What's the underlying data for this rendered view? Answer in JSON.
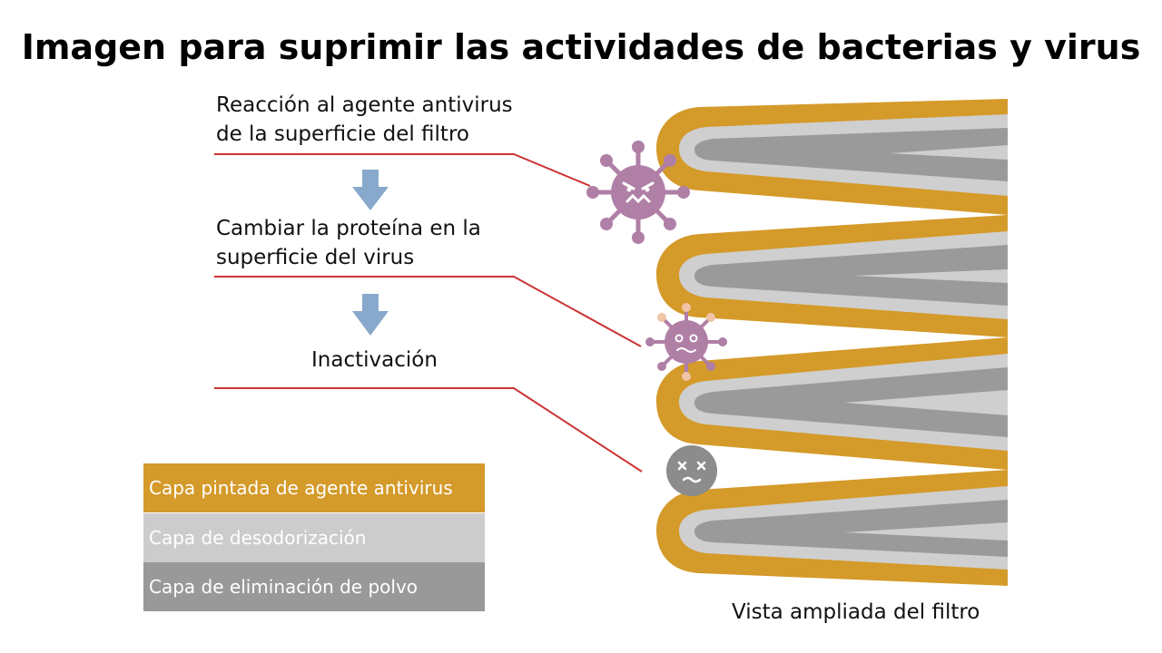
{
  "title": "Imagen para suprimir las actividades de bacterias y virus",
  "steps": {
    "step1_line1": "Reacción al agente antivirus",
    "step1_line2": "de la superficie del filtro",
    "step2_line1": "Cambiar la proteína en la",
    "step2_line2": "superficie del virus",
    "step3": "Inactivación"
  },
  "legend": [
    {
      "label": "Capa pintada de agente antivirus",
      "color": "#d49a2a"
    },
    {
      "label": "Capa de desodorización",
      "color": "#cccccc"
    },
    {
      "label": "Capa de eliminación de polvo",
      "color": "#999999"
    }
  ],
  "caption": "Vista ampliada del filtro",
  "colors": {
    "antivirus_layer": "#d49a2a",
    "deodorization_layer": "#cfcfcf",
    "dust_layer": "#9a9a9a",
    "arrow": "#88a9cc",
    "leader_line": "#cc3333",
    "virus_active": "#b07fa6",
    "virus_inactive": "#8c8c8c"
  },
  "icons": [
    "down-arrow-icon",
    "angry-virus-icon",
    "dizzy-virus-icon",
    "dead-virus-icon"
  ]
}
